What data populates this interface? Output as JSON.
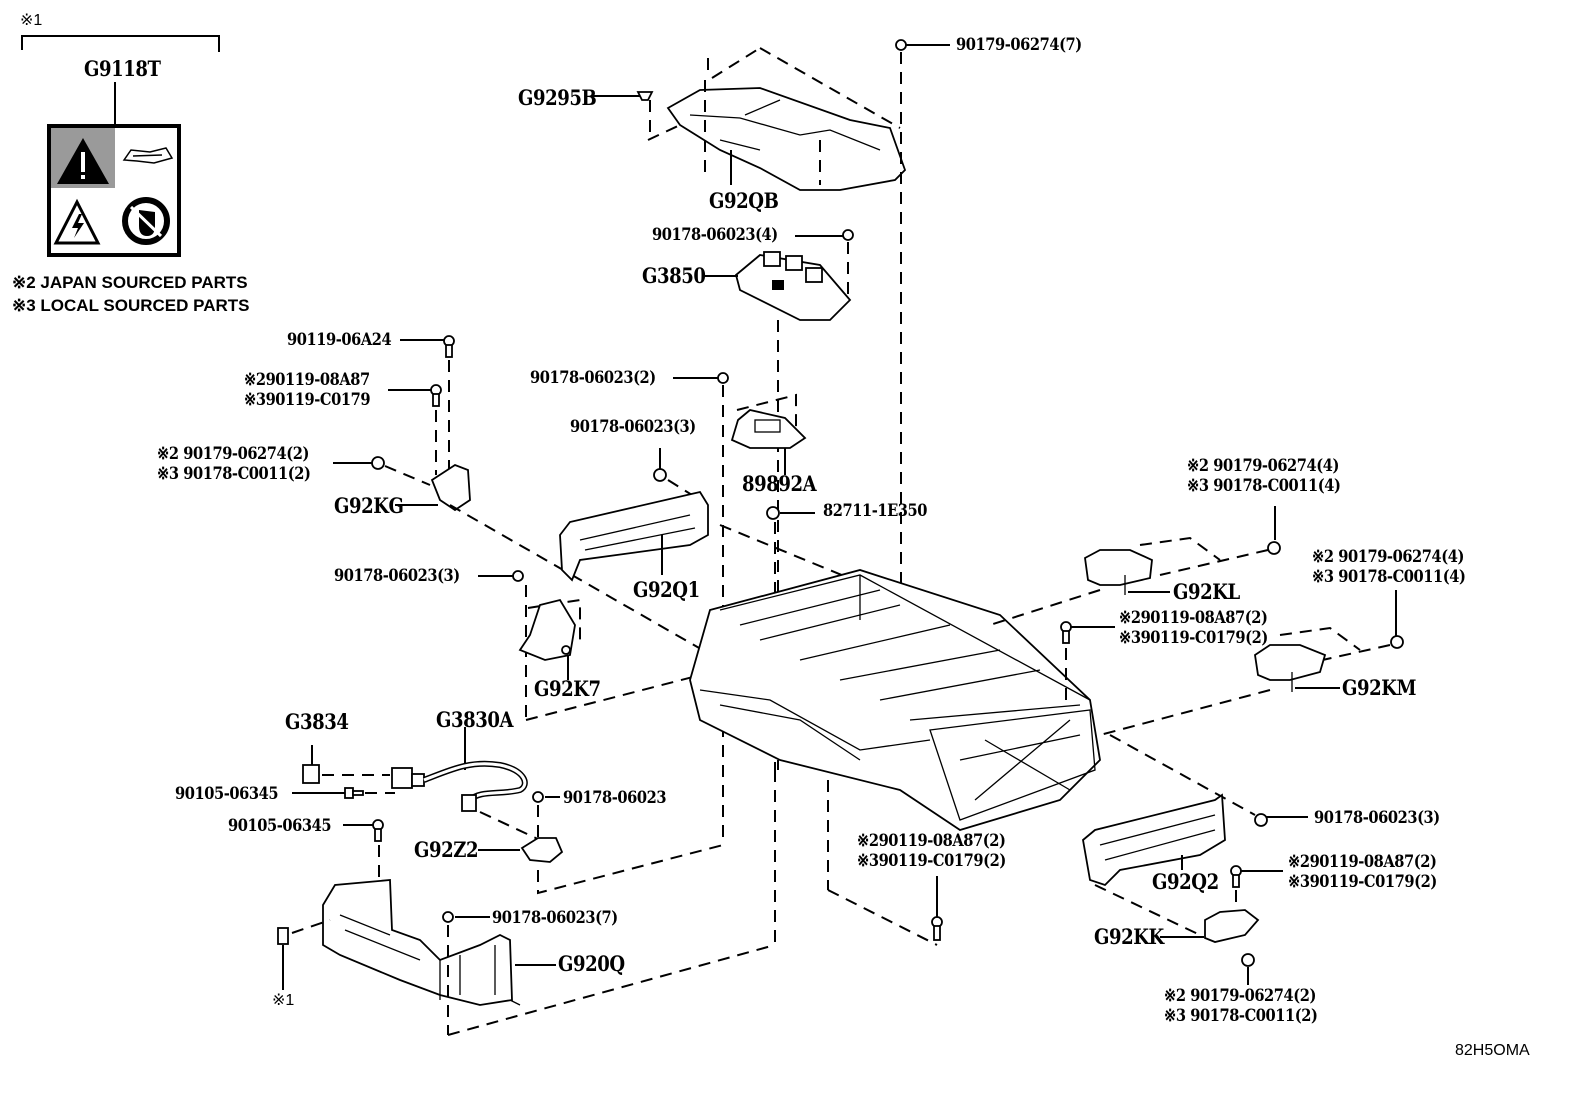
{
  "diagram": {
    "title_code": "82H5OMA",
    "footnote_marker": "※1",
    "notes": [
      "※2 JAPAN SOURCED PARTS",
      "※3 LOCAL SOURCED PARTS"
    ],
    "warning_label": {
      "part": "G9118T",
      "icons": [
        "warning-triangle-icon",
        "manual-book-icon",
        "high-voltage-icon",
        "no-touch-icon"
      ]
    },
    "callouts": {
      "G9295B": "G9295B",
      "G92QB": "G92QB",
      "n90179_06274_7": "90179-06274(7)",
      "n90178_06023_4": "90178-06023(4)",
      "G3850": "G3850",
      "n90119_06A24": "90119-06A24",
      "kg_bolt_jp": "※290119-08A87",
      "kg_bolt_local": "※390119-C0179",
      "kg_nut_jp": "※2 90179-06274(2)",
      "kg_nut_local": "※3 90178-C0011(2)",
      "G92KG": "G92KG",
      "n90178_06023_2": "90178-06023(2)",
      "n90178_06023_3a": "90178-06023(3)",
      "n89892A": "89892A",
      "n82711_1E350": "82711-1E350",
      "G92Q1": "G92Q1",
      "n90178_06023_3b": "90178-06023(3)",
      "G92K7": "G92K7",
      "kl_nut_jp": "※2 90179-06274(4)",
      "kl_nut_local": "※3 90178-C0011(4)",
      "G92KL": "G92KL",
      "km_nut_jp": "※2 90179-06274(4)",
      "km_nut_local": "※3 90178-C0011(4)",
      "mid_bolt_jp": "※290119-08A87(2)",
      "mid_bolt_local": "※390119-C0179(2)",
      "G92KM": "G92KM",
      "G3834": "G3834",
      "G3830A": "G3830A",
      "n90105_06345_a": "90105-06345",
      "n90178_06023": "90178-06023",
      "n90105_06345_b": "90105-06345",
      "G92Z2": "G92Z2",
      "n90178_06023_7": "90178-06023(7)",
      "G920Q": "G920Q",
      "marker1": "※1",
      "low_bolt_jp": "※290119-08A87(2)",
      "low_bolt_local": "※390119-C0179(2)",
      "n90178_06023_3c": "90178-06023(3)",
      "G92Q2": "G92Q2",
      "kk_bolt_jp": "※290119-08A87(2)",
      "kk_bolt_local": "※390119-C0179(2)",
      "G92KK": "G92KK",
      "kk_nut_jp": "※2 90179-06274(2)",
      "kk_nut_local": "※3 90178-C0011(2)"
    }
  }
}
